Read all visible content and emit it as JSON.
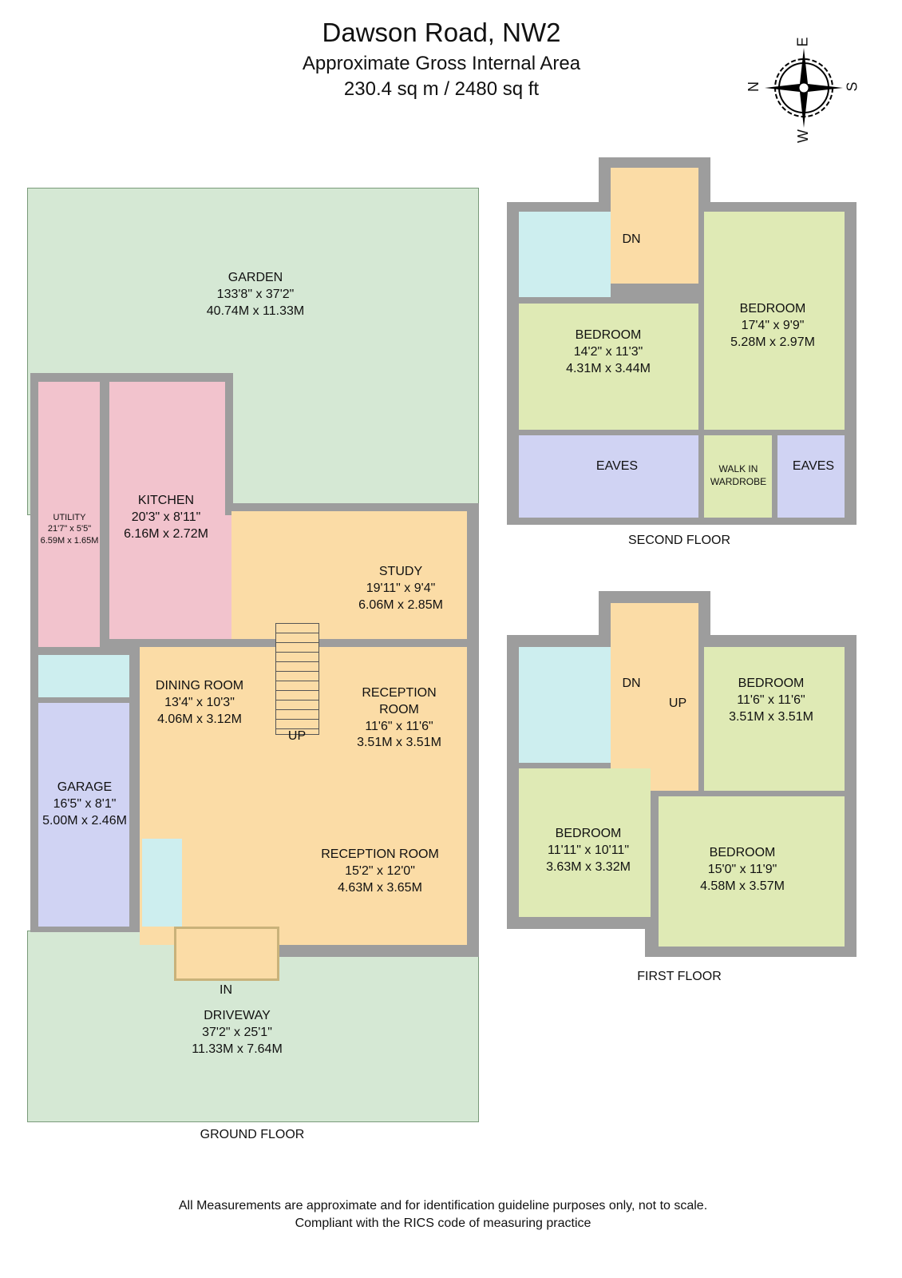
{
  "header": {
    "title": "Dawson Road, NW2",
    "subtitle": "Approximate Gross Internal Area",
    "area": "230.4 sq m / 2480 sq ft"
  },
  "compass": {
    "n": "N",
    "e": "E",
    "s": "S",
    "w": "W"
  },
  "ground_floor": {
    "label": "GROUND FLOOR",
    "rooms": [
      {
        "name": "GARDEN",
        "imperial": "133'8\" x 37'2\"",
        "metric": "40.74M x 11.33M"
      },
      {
        "name": "KITCHEN",
        "imperial": "20'3\" x 8'11\"",
        "metric": "6.16M x 2.72M"
      },
      {
        "name": "UTILITY",
        "imperial": "21'7\" x 5'5\"",
        "metric": "6.59M x 1.65M"
      },
      {
        "name": "STUDY",
        "imperial": "19'11\" x 9'4\"",
        "metric": "6.06M x 2.85M"
      },
      {
        "name": "DINING ROOM",
        "imperial": "13'4\" x 10'3\"",
        "metric": "4.06M x 3.12M"
      },
      {
        "name": "RECEPTION ROOM",
        "imperial": "11'6\" x 11'6\"",
        "metric": "3.51M x 3.51M"
      },
      {
        "name": "GARAGE",
        "imperial": "16'5\" x 8'1\"",
        "metric": "5.00M x 2.46M"
      },
      {
        "name": "RECEPTION ROOM",
        "imperial": "15'2\" x 12'0\"",
        "metric": "4.63M x 3.65M"
      },
      {
        "name": "DRIVEWAY",
        "imperial": "37'2\" x 25'1\"",
        "metric": "11.33M x 7.64M"
      }
    ],
    "up": "UP",
    "in": "IN"
  },
  "second_floor": {
    "label": "SECOND FLOOR",
    "dn": "DN",
    "rooms": [
      {
        "name": "BEDROOM",
        "imperial": "14'2\" x 11'3\"",
        "metric": "4.31M x 3.44M"
      },
      {
        "name": "BEDROOM",
        "imperial": "17'4\" x 9'9\"",
        "metric": "5.28M x 2.97M"
      },
      {
        "name": "EAVES"
      },
      {
        "name": "WALK IN",
        "name2": "WARDROBE"
      },
      {
        "name": "EAVES"
      }
    ]
  },
  "first_floor": {
    "label": "FIRST FLOOR",
    "dn": "DN",
    "up": "UP",
    "rooms": [
      {
        "name": "BEDROOM",
        "imperial": "11'6\" x 11'6\"",
        "metric": "3.51M x 3.51M"
      },
      {
        "name": "BEDROOM",
        "imperial": "11'11\" x 10'11\"",
        "metric": "3.63M x 3.32M"
      },
      {
        "name": "BEDROOM",
        "imperial": "15'0\" x 11'9\"",
        "metric": "4.58M x 3.57M"
      }
    ]
  },
  "footer": {
    "line1": "All Measurements are approximate and for identification guideline purposes only, not to scale.",
    "line2": "Compliant with the RICS code of measuring practice"
  }
}
